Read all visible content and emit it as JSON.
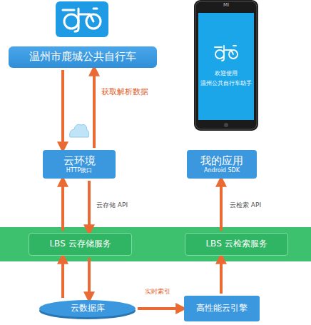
{
  "diagram": {
    "nodes": [
      {
        "text": [
          "温州市鹿城公共自行车"
        ]
      },
      {
        "text": [
          "云环境",
          "HTTP接口"
        ]
      },
      {
        "text": [
          "我的应用",
          "Android SDK"
        ]
      },
      {
        "text": [
          "LBS 云存储服务"
        ]
      },
      {
        "text": [
          "LBS 云检索服务"
        ]
      },
      {
        "text": [
          "云数据库"
        ]
      },
      {
        "text": [
          "高性能云引擎"
        ]
      }
    ],
    "edges": [
      {
        "from": 0,
        "to": 1,
        "arrow": "to"
      },
      {
        "from": 1,
        "to": 0,
        "label": "获取解析数据",
        "arrow": "to"
      },
      {
        "from": 3,
        "to": 1,
        "arrow": "to"
      },
      {
        "from": 1,
        "to": 3,
        "label": "云存储 API",
        "arrow": "to"
      },
      {
        "from": 4,
        "to": 2,
        "label": "云检索 API",
        "arrow": "to"
      },
      {
        "from": 5,
        "to": 3,
        "arrow": "to"
      },
      {
        "from": 3,
        "to": 5,
        "arrow": "to"
      },
      {
        "from": 5,
        "to": 6,
        "label": "实时索引",
        "arrow": "to"
      },
      {
        "from": 6,
        "to": 4,
        "arrow": "to"
      }
    ],
    "labels": [
      "MI",
      "欢迎使用",
      "温州公共自行车助手"
    ]
  }
}
